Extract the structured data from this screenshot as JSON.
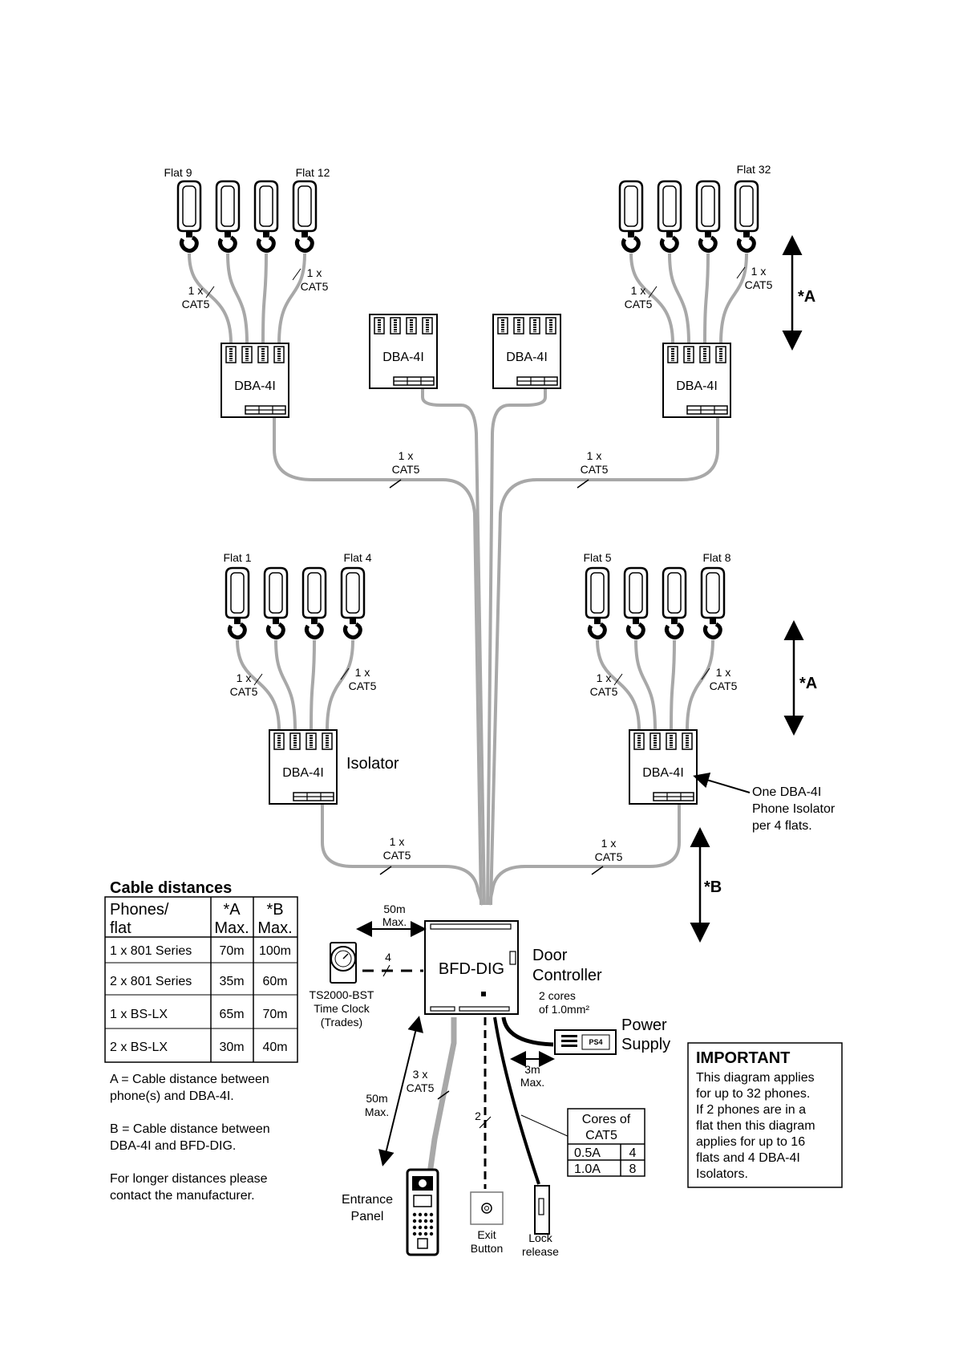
{
  "phone_groups": [
    {
      "left_label": "Flat 9",
      "right_label": "Flat 12",
      "cable_left": [
        "1 x",
        "CAT5"
      ],
      "cable_right": [
        "1 x",
        "CAT5"
      ]
    },
    {
      "left_label": "",
      "right_label": "Flat 32",
      "cable_left": [
        "1 x",
        "CAT5"
      ],
      "cable_right": [
        "1 x",
        "CAT5"
      ]
    },
    {
      "left_label": "Flat 1",
      "right_label": "Flat 4",
      "cable_left": [
        "1 x",
        "CAT5"
      ],
      "cable_right": [
        "1 x",
        "CAT5"
      ]
    },
    {
      "left_label": "Flat 5",
      "right_label": "Flat 8",
      "cable_left": [
        "1 x",
        "CAT5"
      ],
      "cable_right": [
        "1 x",
        "CAT5"
      ]
    }
  ],
  "isolators": [
    "DBA-4I",
    "DBA-4I",
    "DBA-4I",
    "DBA-4I",
    "DBA-4I",
    "DBA-4I"
  ],
  "isolator_label": "Isolator",
  "trunk_cables": [
    [
      "1 x",
      "CAT5"
    ],
    [
      "1 x",
      "CAT5"
    ],
    [
      "1 x",
      "CAT5"
    ],
    [
      "1 x",
      "CAT5"
    ]
  ],
  "distance_markers": [
    "*A",
    "*A",
    "*B"
  ],
  "isolator_note": [
    "One DBA-4I",
    "Phone Isolator",
    "per 4 flats."
  ],
  "controller": {
    "name": "BFD-DIG",
    "label": [
      "Door",
      "Controller"
    ]
  },
  "clock": {
    "label": [
      "TS2000-BST",
      "Time Clock",
      "(Trades)"
    ],
    "cores": "4"
  },
  "clock_distance": [
    "50m",
    "Max."
  ],
  "power_cable": [
    "2 cores",
    "of 1.0mm²"
  ],
  "power_supply": {
    "badge": "PS4",
    "label": [
      "Power",
      "Supply"
    ],
    "distance": [
      "3m",
      "Max."
    ]
  },
  "panel_cable": [
    "3 x",
    "CAT5"
  ],
  "panel_distance": [
    "50m",
    "Max."
  ],
  "entrance_panel": [
    "Entrance",
    "Panel"
  ],
  "exit_button": {
    "label": [
      "Exit",
      "Button"
    ],
    "cores": "2"
  },
  "lock_release": [
    "Lock",
    "release"
  ],
  "cores_table": {
    "header": [
      "Cores of",
      "CAT5"
    ],
    "rows": [
      [
        "0.5A",
        "4"
      ],
      [
        "1.0A",
        "8"
      ]
    ]
  },
  "cable_distances": {
    "title": "Cable distances",
    "headers": [
      [
        "Phones/",
        "flat"
      ],
      [
        "*A",
        "Max."
      ],
      [
        "*B",
        "Max."
      ]
    ],
    "rows": [
      [
        "1 x 801 Series",
        "70m",
        "100m"
      ],
      [
        "2 x 801 Series",
        "35m",
        "60m"
      ],
      [
        "1 x BS-LX",
        "65m",
        "70m"
      ],
      [
        "2 x BS-LX",
        "30m",
        "40m"
      ]
    ],
    "notes": [
      [
        "A = Cable distance between",
        "phone(s) and DBA-4I."
      ],
      [
        "B = Cable distance between",
        "DBA-4I and BFD-DIG."
      ],
      [
        "For longer distances please",
        "contact the manufacturer."
      ]
    ]
  },
  "important": {
    "title": "IMPORTANT",
    "lines": [
      "This diagram applies",
      "for up to 32 phones.",
      "If 2 phones are in a",
      "flat then this diagram",
      "applies for up to 16",
      "flats and 4 DBA-4I",
      "Isolators."
    ]
  }
}
